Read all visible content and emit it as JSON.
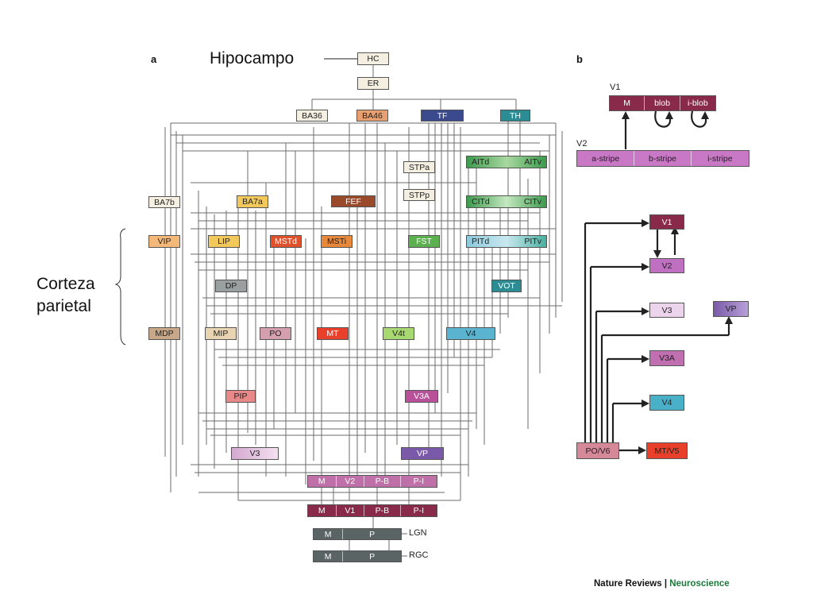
{
  "annotations": {
    "hipocampo": "Hipocampo",
    "corteza_line1": "Corteza",
    "corteza_line2": "parietal"
  },
  "panel_a": {
    "label": "a",
    "areas": {
      "hc": "HC",
      "er": "ER",
      "ba36": "BA36",
      "ba46": "BA46",
      "tf": "TF",
      "th": "TH",
      "stpa": "STPa",
      "stpp": "STPp",
      "aitd": "AITd",
      "aitv": "AITv",
      "citd": "CITd",
      "citv": "CITv",
      "ba7b": "BA7b",
      "ba7a": "BA7a",
      "fef": "FEF",
      "vip": "VIP",
      "lip": "LIP",
      "mstd": "MSTd",
      "msti": "MSTi",
      "fst": "FST",
      "pitd": "PITd",
      "pitv": "PITv",
      "dp": "DP",
      "vot": "VOT",
      "mdp": "MDP",
      "mip": "MIP",
      "po": "PO",
      "mt": "MT",
      "v4t": "V4t",
      "v4": "V4",
      "pip": "PIP",
      "v3a": "V3A",
      "v3": "V3",
      "vp": "VP",
      "v2_row": [
        "M",
        "V2",
        "P-B",
        "P-I"
      ],
      "v1_row": [
        "M",
        "V1",
        "P-B",
        "P-I"
      ],
      "lgn_row": [
        "M",
        "P"
      ],
      "lgn_label": "LGN",
      "rgc_row": [
        "M",
        "P"
      ],
      "rgc_label": "RGC"
    }
  },
  "panel_b": {
    "label": "b",
    "v1_label": "V1",
    "v1_segments": [
      "M",
      "blob",
      "i-blob"
    ],
    "v2_label": "V2",
    "v2_segments": [
      "a-stripe",
      "b-stripe",
      "i-stripe"
    ],
    "targets": {
      "v1": "V1",
      "v2": "V2",
      "v3": "V3",
      "vp": "VP",
      "v3a": "V3A",
      "v4": "V4",
      "po_v6": "PO/V6",
      "mt_v5": "MT/V5"
    }
  },
  "credit": {
    "journal": "Nature Reviews",
    "separator": "|",
    "section": "Neuroscience"
  },
  "colors": {
    "cream": "#f4efe1",
    "dark_blue": "#3a4a8c",
    "teal": "#2c8c94",
    "green": "#3c9a4c",
    "light_green": "#a8d8a0",
    "brown": "#9a4a2a",
    "yellow": "#f2c85a",
    "orange": "#e8883a",
    "red_orange": "#e0502a",
    "light_blue": "#8cc8dc",
    "gray": "#9aa0a0",
    "tan": "#c8a888",
    "pink": "#d4a0b0",
    "magenta": "#c070a8",
    "purple": "#7a5aa8",
    "maroon": "#8a2a4a",
    "red": "#e8402a",
    "cyan": "#4ab0c8",
    "slate": "#5a6464"
  }
}
